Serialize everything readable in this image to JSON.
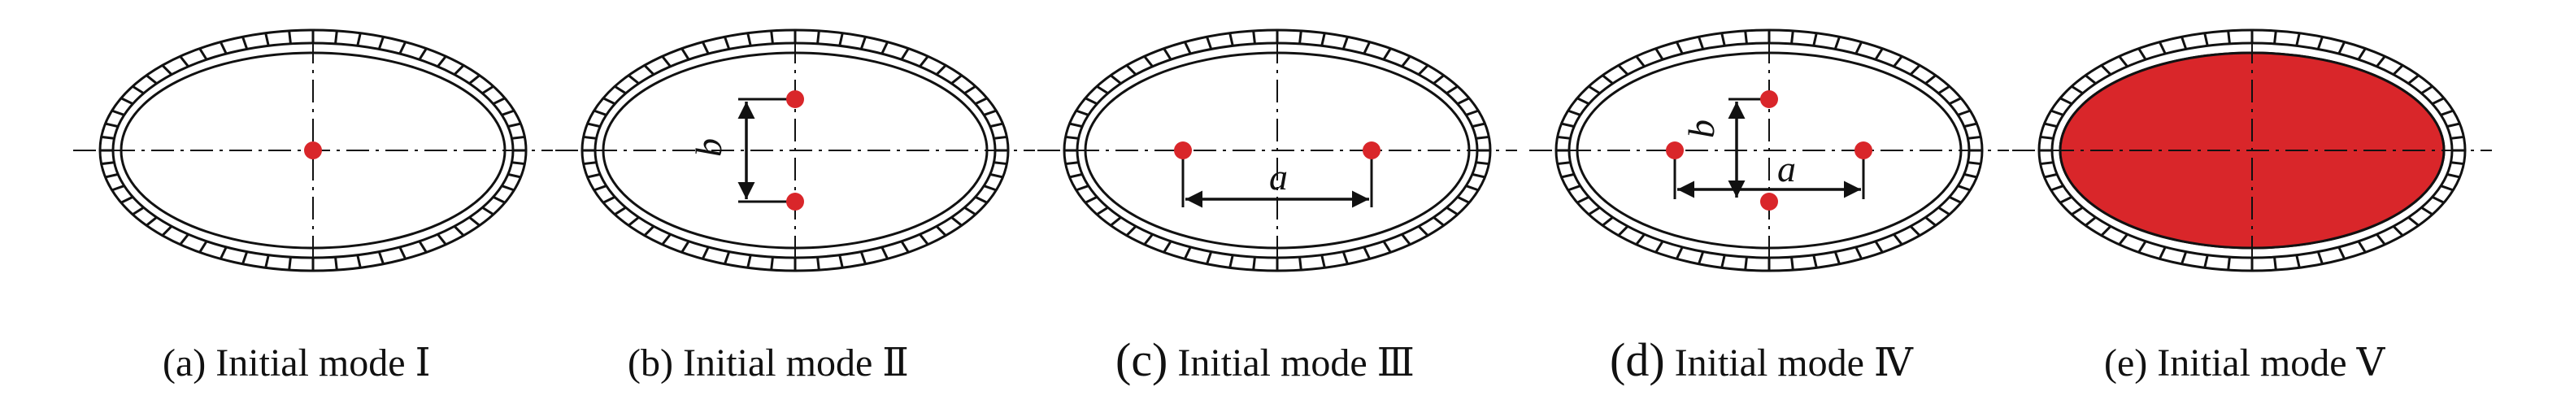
{
  "figure": {
    "panels": [
      {
        "id": "a",
        "caption_prefix": "(a)",
        "caption_text": "Initial mode",
        "numeral": "Ⅰ"
      },
      {
        "id": "b",
        "caption_prefix": "(b)",
        "caption_text": "Initial mode",
        "numeral": "Ⅱ",
        "dim_label": "b"
      },
      {
        "id": "c",
        "caption_prefix": "(c)",
        "caption_text": "Initial mode",
        "numeral": "Ⅲ",
        "dim_label": "a"
      },
      {
        "id": "d",
        "caption_prefix": "(d)",
        "caption_text": "Initial mode",
        "numeral": "Ⅳ",
        "dim_label_vertical": "b",
        "dim_label_horizontal": "a"
      },
      {
        "id": "e",
        "caption_prefix": "(e)",
        "caption_text": "Initial mode",
        "numeral": "Ⅴ"
      }
    ],
    "colors": {
      "line": "#111111",
      "point": "#d9262a",
      "fill": "#d9262a",
      "background": "#ffffff"
    }
  }
}
